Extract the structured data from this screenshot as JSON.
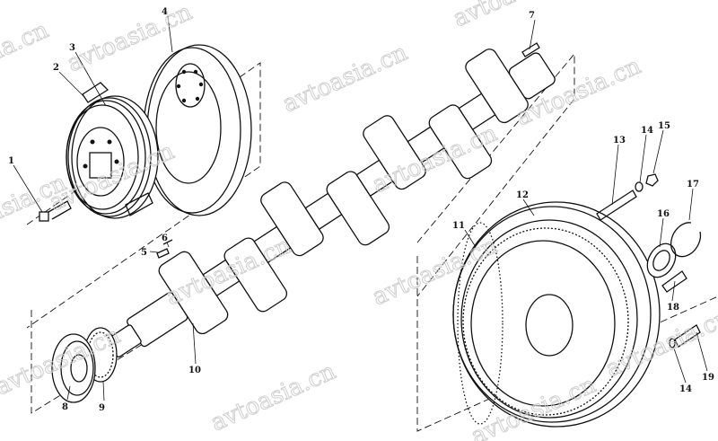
{
  "title": "Crankshaft and flywheel exploded view",
  "watermark": "avtoasia.cn",
  "callouts": [
    {
      "id": "1",
      "text": "1"
    },
    {
      "id": "2",
      "text": "2"
    },
    {
      "id": "3",
      "text": "3"
    },
    {
      "id": "4",
      "text": "4"
    },
    {
      "id": "5",
      "text": "5"
    },
    {
      "id": "6",
      "text": "6"
    },
    {
      "id": "7",
      "text": "7"
    },
    {
      "id": "8",
      "text": "8"
    },
    {
      "id": "9",
      "text": "9"
    },
    {
      "id": "10",
      "text": "10"
    },
    {
      "id": "11",
      "text": "11"
    },
    {
      "id": "12",
      "text": "12"
    },
    {
      "id": "13",
      "text": "13"
    },
    {
      "id": "14a",
      "text": "14"
    },
    {
      "id": "15",
      "text": "15"
    },
    {
      "id": "16",
      "text": "16"
    },
    {
      "id": "17",
      "text": "17"
    },
    {
      "id": "18",
      "text": "18"
    },
    {
      "id": "19",
      "text": "19"
    },
    {
      "id": "14b",
      "text": "14"
    }
  ]
}
